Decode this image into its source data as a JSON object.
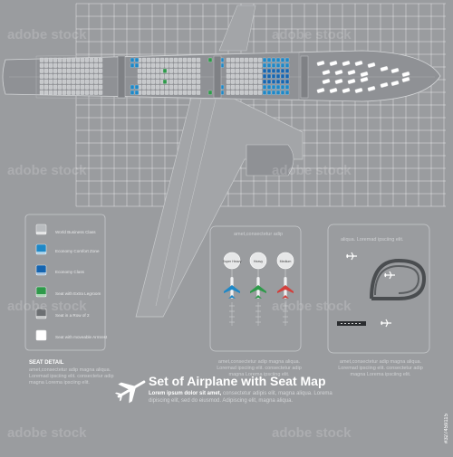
{
  "legend": {
    "items": [
      {
        "label": "World Business Class",
        "color": "#b9bcbf",
        "icon": "seat-business-icon"
      },
      {
        "label": "Economy Comfort Zone",
        "color": "#1e88c7",
        "icon": "seat-comfort-icon"
      },
      {
        "label": "Economy Class",
        "color": "#1565b0",
        "icon": "seat-economy-icon"
      },
      {
        "label": "Seat with Extra Legroom",
        "color": "#2e9a4a",
        "icon": "seat-legroom-icon"
      },
      {
        "label": "Seat in a Row of 2",
        "color": "#6d7073",
        "icon": "seat-row2-icon"
      },
      {
        "label": "Seat with moveable Armrest",
        "color": "#ffffff",
        "icon": "seat-armrest-icon"
      }
    ],
    "seat_detail_title": "SEAT DETAIL",
    "seat_detail_text": "amet,consectetur adip magna aliqua. Loremad ipsciing elit. consectetur adip magna Lorema ipsciing elit."
  },
  "panel_middle": {
    "header": "amet,consectetur adip",
    "badges": [
      "Super Heavy",
      "Heavy",
      "Medium"
    ],
    "plane_colors": [
      "#1e88c7",
      "#2e9a4a",
      "#d2403c"
    ],
    "footer_text": "amet,consectetur adip magna aliqua. Loremad ipsciing elit. consectetur adip magna Lorema ipsciing elit."
  },
  "panel_right": {
    "header": "aliqua. Loremad ipsciing elit.",
    "footer_text": "amet,consectetur adip magna aliqua. Loremad ipsciing elit. consectetur adip magna Lorema ipsciing elit."
  },
  "title": {
    "main": "Set of Airplane with Seat Map",
    "subtitle_bold": "Lorem ipsum dolor sit amet,",
    "subtitle_rest": "consectetur adipis elit, magna aliqua. Lorema dipiscing elit, sed do eiusmod. Adipiscing elit, magna aliqua."
  },
  "watermarks": [
    "adobe stock",
    "adobe stock",
    "adobe stock",
    "adobe stock",
    "adobe stock",
    "adobe stock",
    "adobe stock",
    "adobe stock"
  ],
  "stock_id": "#327459115",
  "colors": {
    "background": "#9a9c9f",
    "grid": "#ffffff",
    "fuselage": "#8f9195",
    "accent_blue": "#1e88c7",
    "accent_green": "#2e9a4a",
    "accent_red": "#d2403c"
  }
}
